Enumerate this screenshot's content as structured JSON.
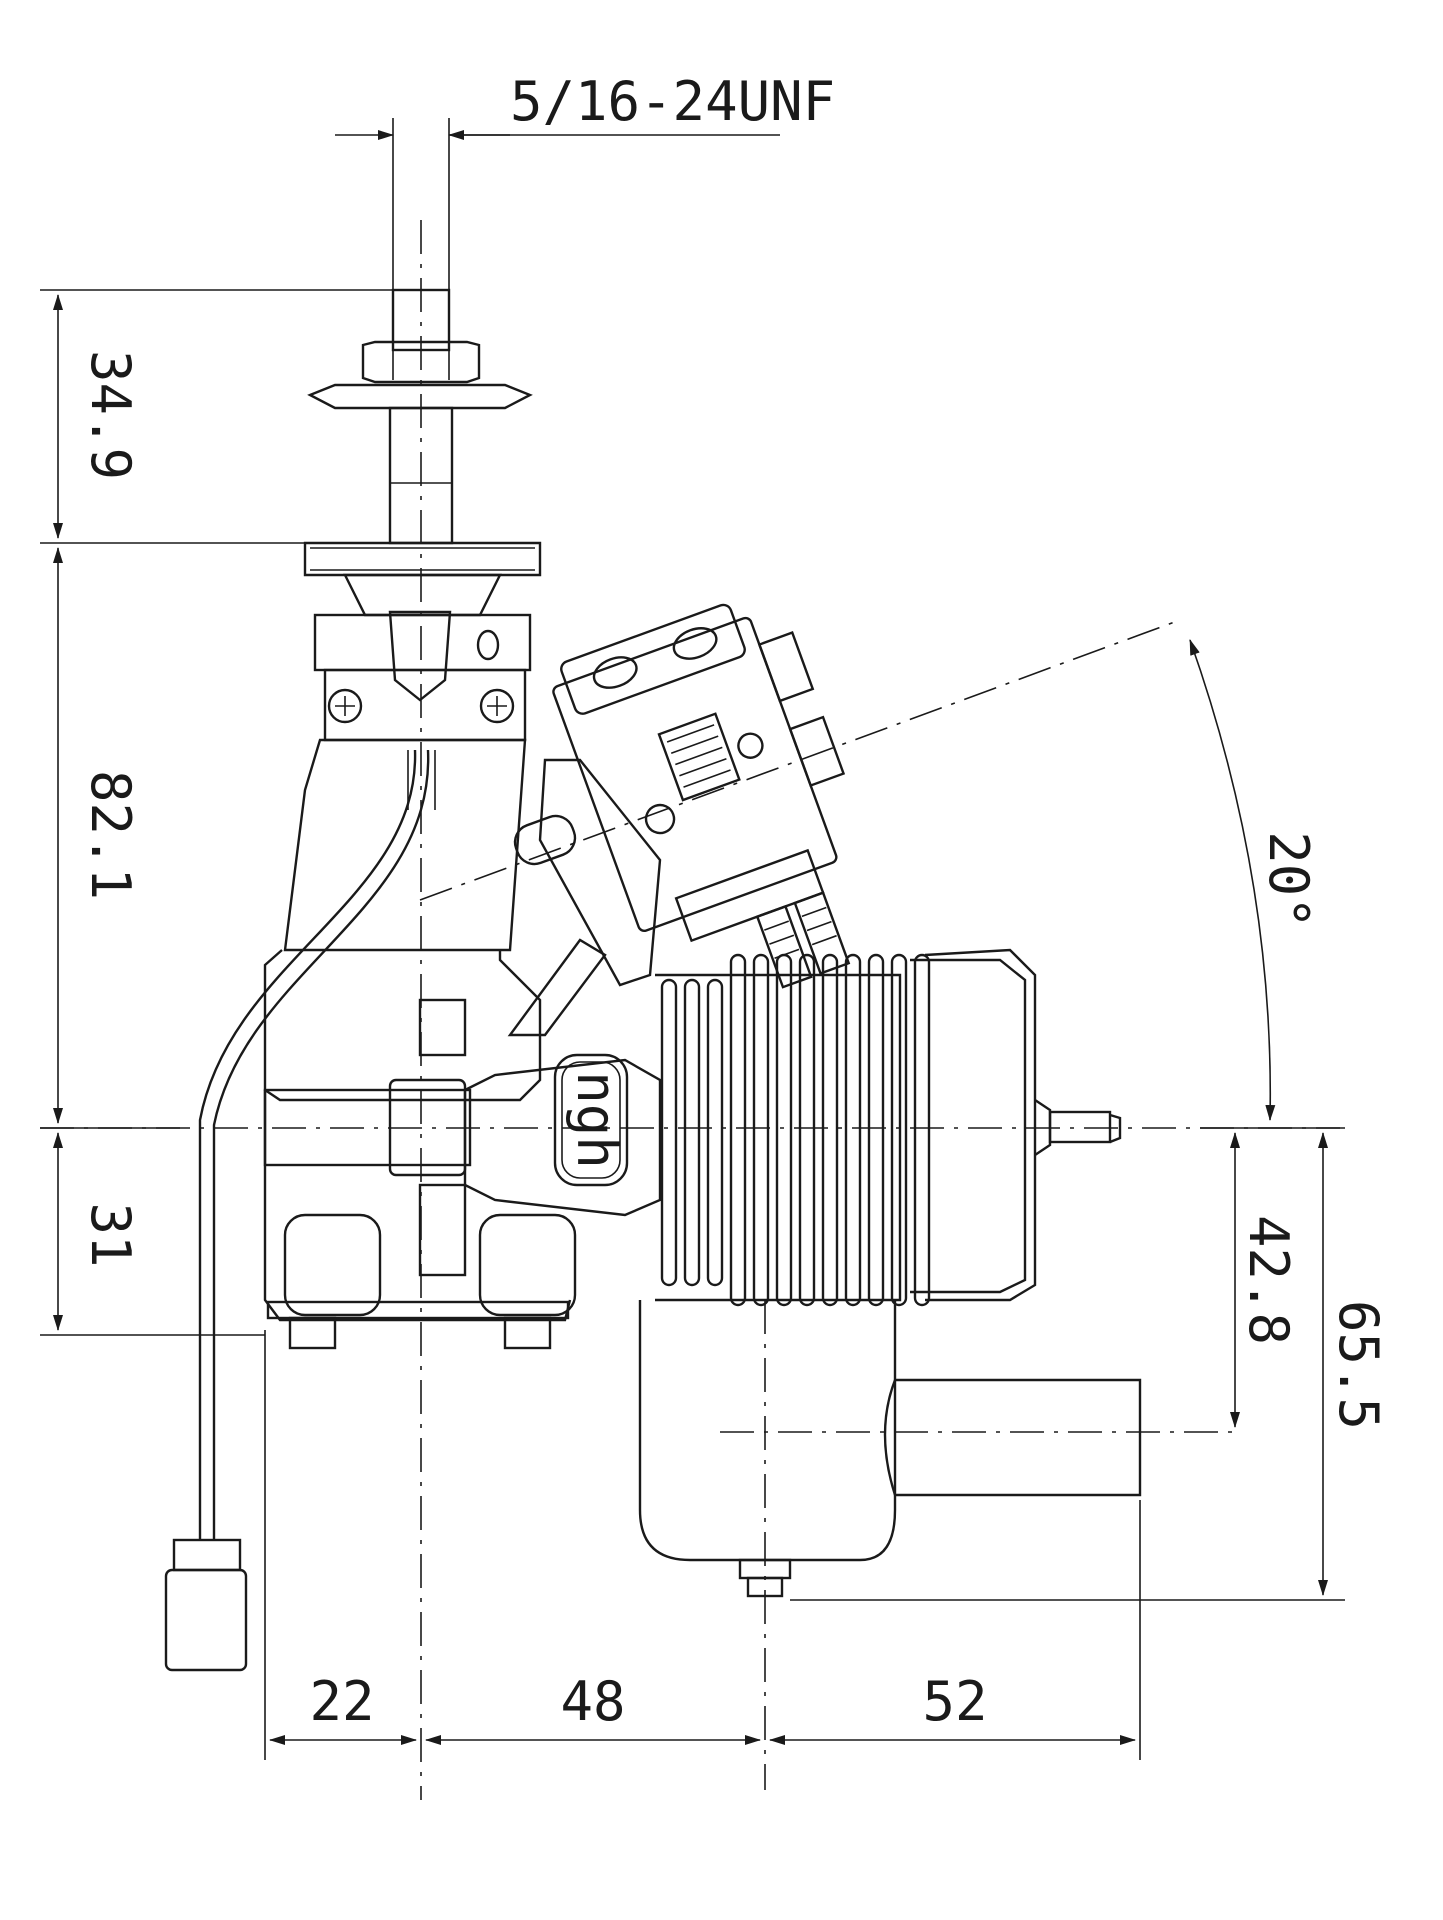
{
  "drawing": {
    "thread_spec": "5/16-24UNF",
    "logo_text": "ngh",
    "dimensions": {
      "shaft_length": "34.9",
      "height_upper": "82.1",
      "height_lower": "31",
      "width_left": "22",
      "width_middle": "48",
      "width_right": "52",
      "muffler_offset": "42.8",
      "muffler_total": "65.5",
      "carb_angle": "20°"
    }
  }
}
